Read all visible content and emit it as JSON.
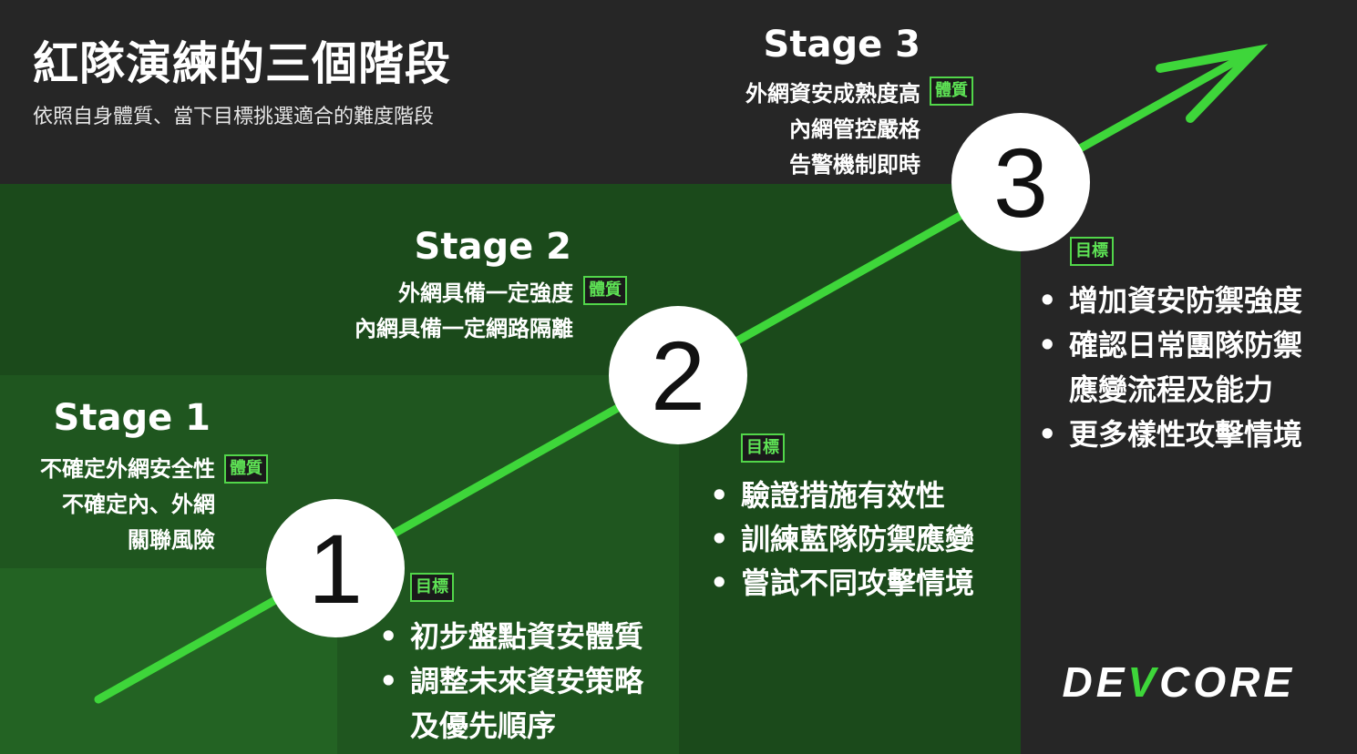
{
  "header": {
    "title": "紅隊演練的三個階段",
    "subtitle": "依照自身體質、當下目標挑選適合的難度階段"
  },
  "colors": {
    "background": "#262626",
    "band_dark": "#1b4a1b",
    "band_mid": "#1f561f",
    "band_light": "#236323",
    "arrow": "#3ed63a",
    "tag_border": "#52d64a"
  },
  "stages": [
    {
      "name": "Stage 1",
      "number": "1",
      "condition_tag": "體質",
      "conditions": [
        "不確定外網安全性",
        "不確定內、外網",
        "關聯風險"
      ],
      "goal_tag": "目標",
      "goals": [
        "初步盤點資安體質",
        "調整未來資安策略",
        "及優先順序"
      ]
    },
    {
      "name": "Stage 2",
      "number": "2",
      "condition_tag": "體質",
      "conditions": [
        "外網具備一定強度",
        "內網具備一定網路隔離"
      ],
      "goal_tag": "目標",
      "goals": [
        "驗證措施有效性",
        "訓練藍隊防禦應變",
        "嘗試不同攻擊情境"
      ]
    },
    {
      "name": "Stage 3",
      "number": "3",
      "condition_tag": "體質",
      "conditions": [
        "外網資安成熟度高",
        "內網管控嚴格",
        "告警機制即時"
      ],
      "goal_tag": "目標",
      "goals": [
        "增加資安防禦強度",
        "確認日常團隊防禦",
        "應變流程及能力",
        "更多樣性攻擊情境"
      ]
    }
  ],
  "logo": {
    "text_before": "DE",
    "text_v": "V",
    "text_after": "CORE"
  }
}
